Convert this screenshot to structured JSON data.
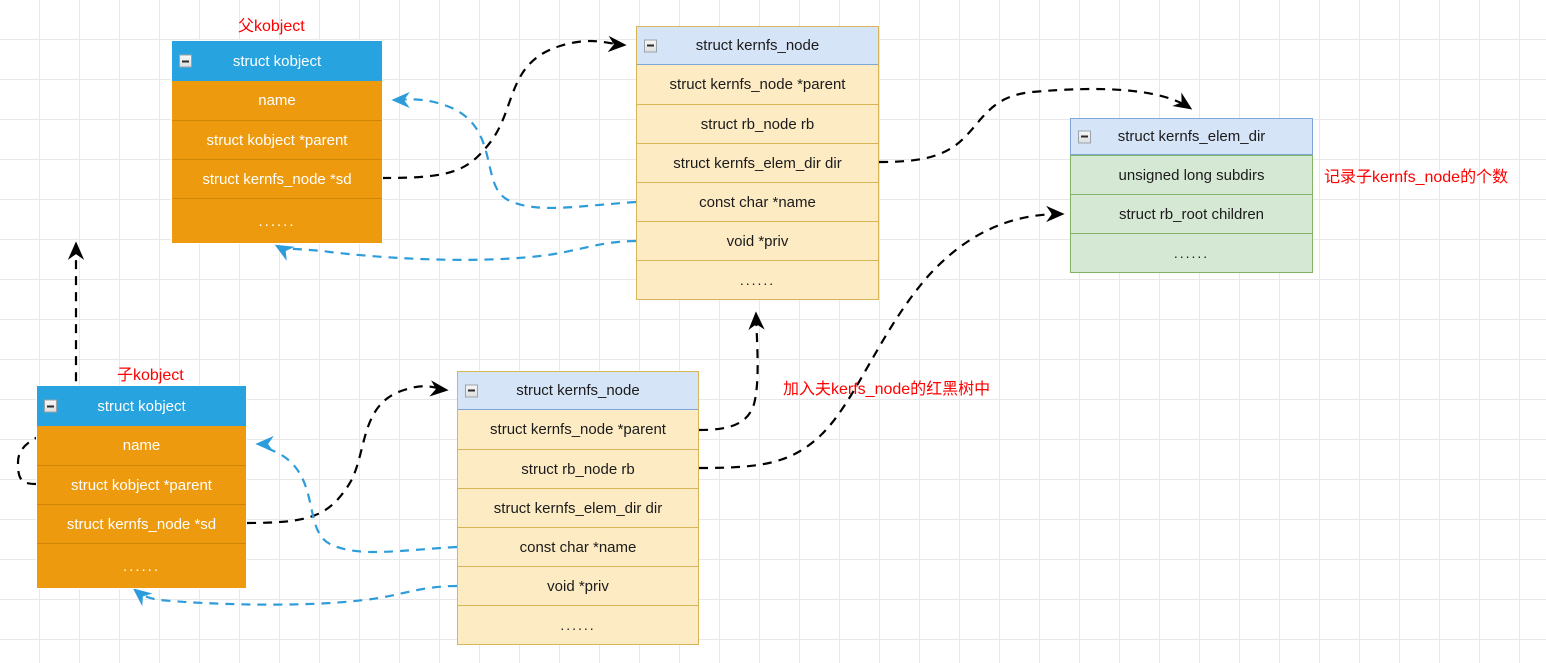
{
  "diagram": {
    "title_not_shown": "",
    "colors": {
      "kobject_header": "#27A3DF",
      "kobject_body": "#EE9A0E",
      "kernfs_node_header": "#D6E4F7",
      "kernfs_node_body": "#FDEBC4",
      "kernfs_node_border": "#D6B656",
      "elem_dir_body": "#D5E8D4",
      "elem_dir_border": "#82B366",
      "annotation": "#FF0000",
      "black_edge": "#000000",
      "blue_edge": "#2D9CDB"
    },
    "icons": {
      "collapse": "collapse-minus-icon"
    },
    "dots": "......",
    "annotations": [
      {
        "id": "parent-kobject-label",
        "text": "父kobject"
      },
      {
        "id": "child-kobject-label",
        "text": "子kobject"
      },
      {
        "id": "subdirs-note",
        "text": "记录子kernfs_node的个数"
      },
      {
        "id": "rbtree-note",
        "text": "加入夫kerfs_node的红黑树中"
      }
    ],
    "nodes": {
      "parent_kobject": {
        "header": "struct kobject",
        "rows": [
          "name",
          "struct kobject *parent",
          "struct kernfs_node *sd",
          "......"
        ]
      },
      "child_kobject": {
        "header": "struct kobject",
        "rows": [
          "name",
          "struct kobject *parent",
          "struct kernfs_node *sd",
          "......"
        ]
      },
      "parent_kernfs_node": {
        "header": "struct kernfs_node",
        "rows": [
          "struct kernfs_node *parent",
          "struct rb_node rb",
          "struct kernfs_elem_dir dir",
          "const char *name",
          "void *priv",
          "......"
        ]
      },
      "child_kernfs_node": {
        "header": "struct kernfs_node",
        "rows": [
          "struct kernfs_node *parent",
          "struct rb_node rb",
          "struct kernfs_elem_dir dir",
          "const char *name",
          "void *priv",
          "......"
        ]
      },
      "kernfs_elem_dir": {
        "header": "struct kernfs_elem_dir",
        "rows": [
          "unsigned long subdirs",
          "struct rb_root children",
          "......"
        ]
      }
    }
  }
}
